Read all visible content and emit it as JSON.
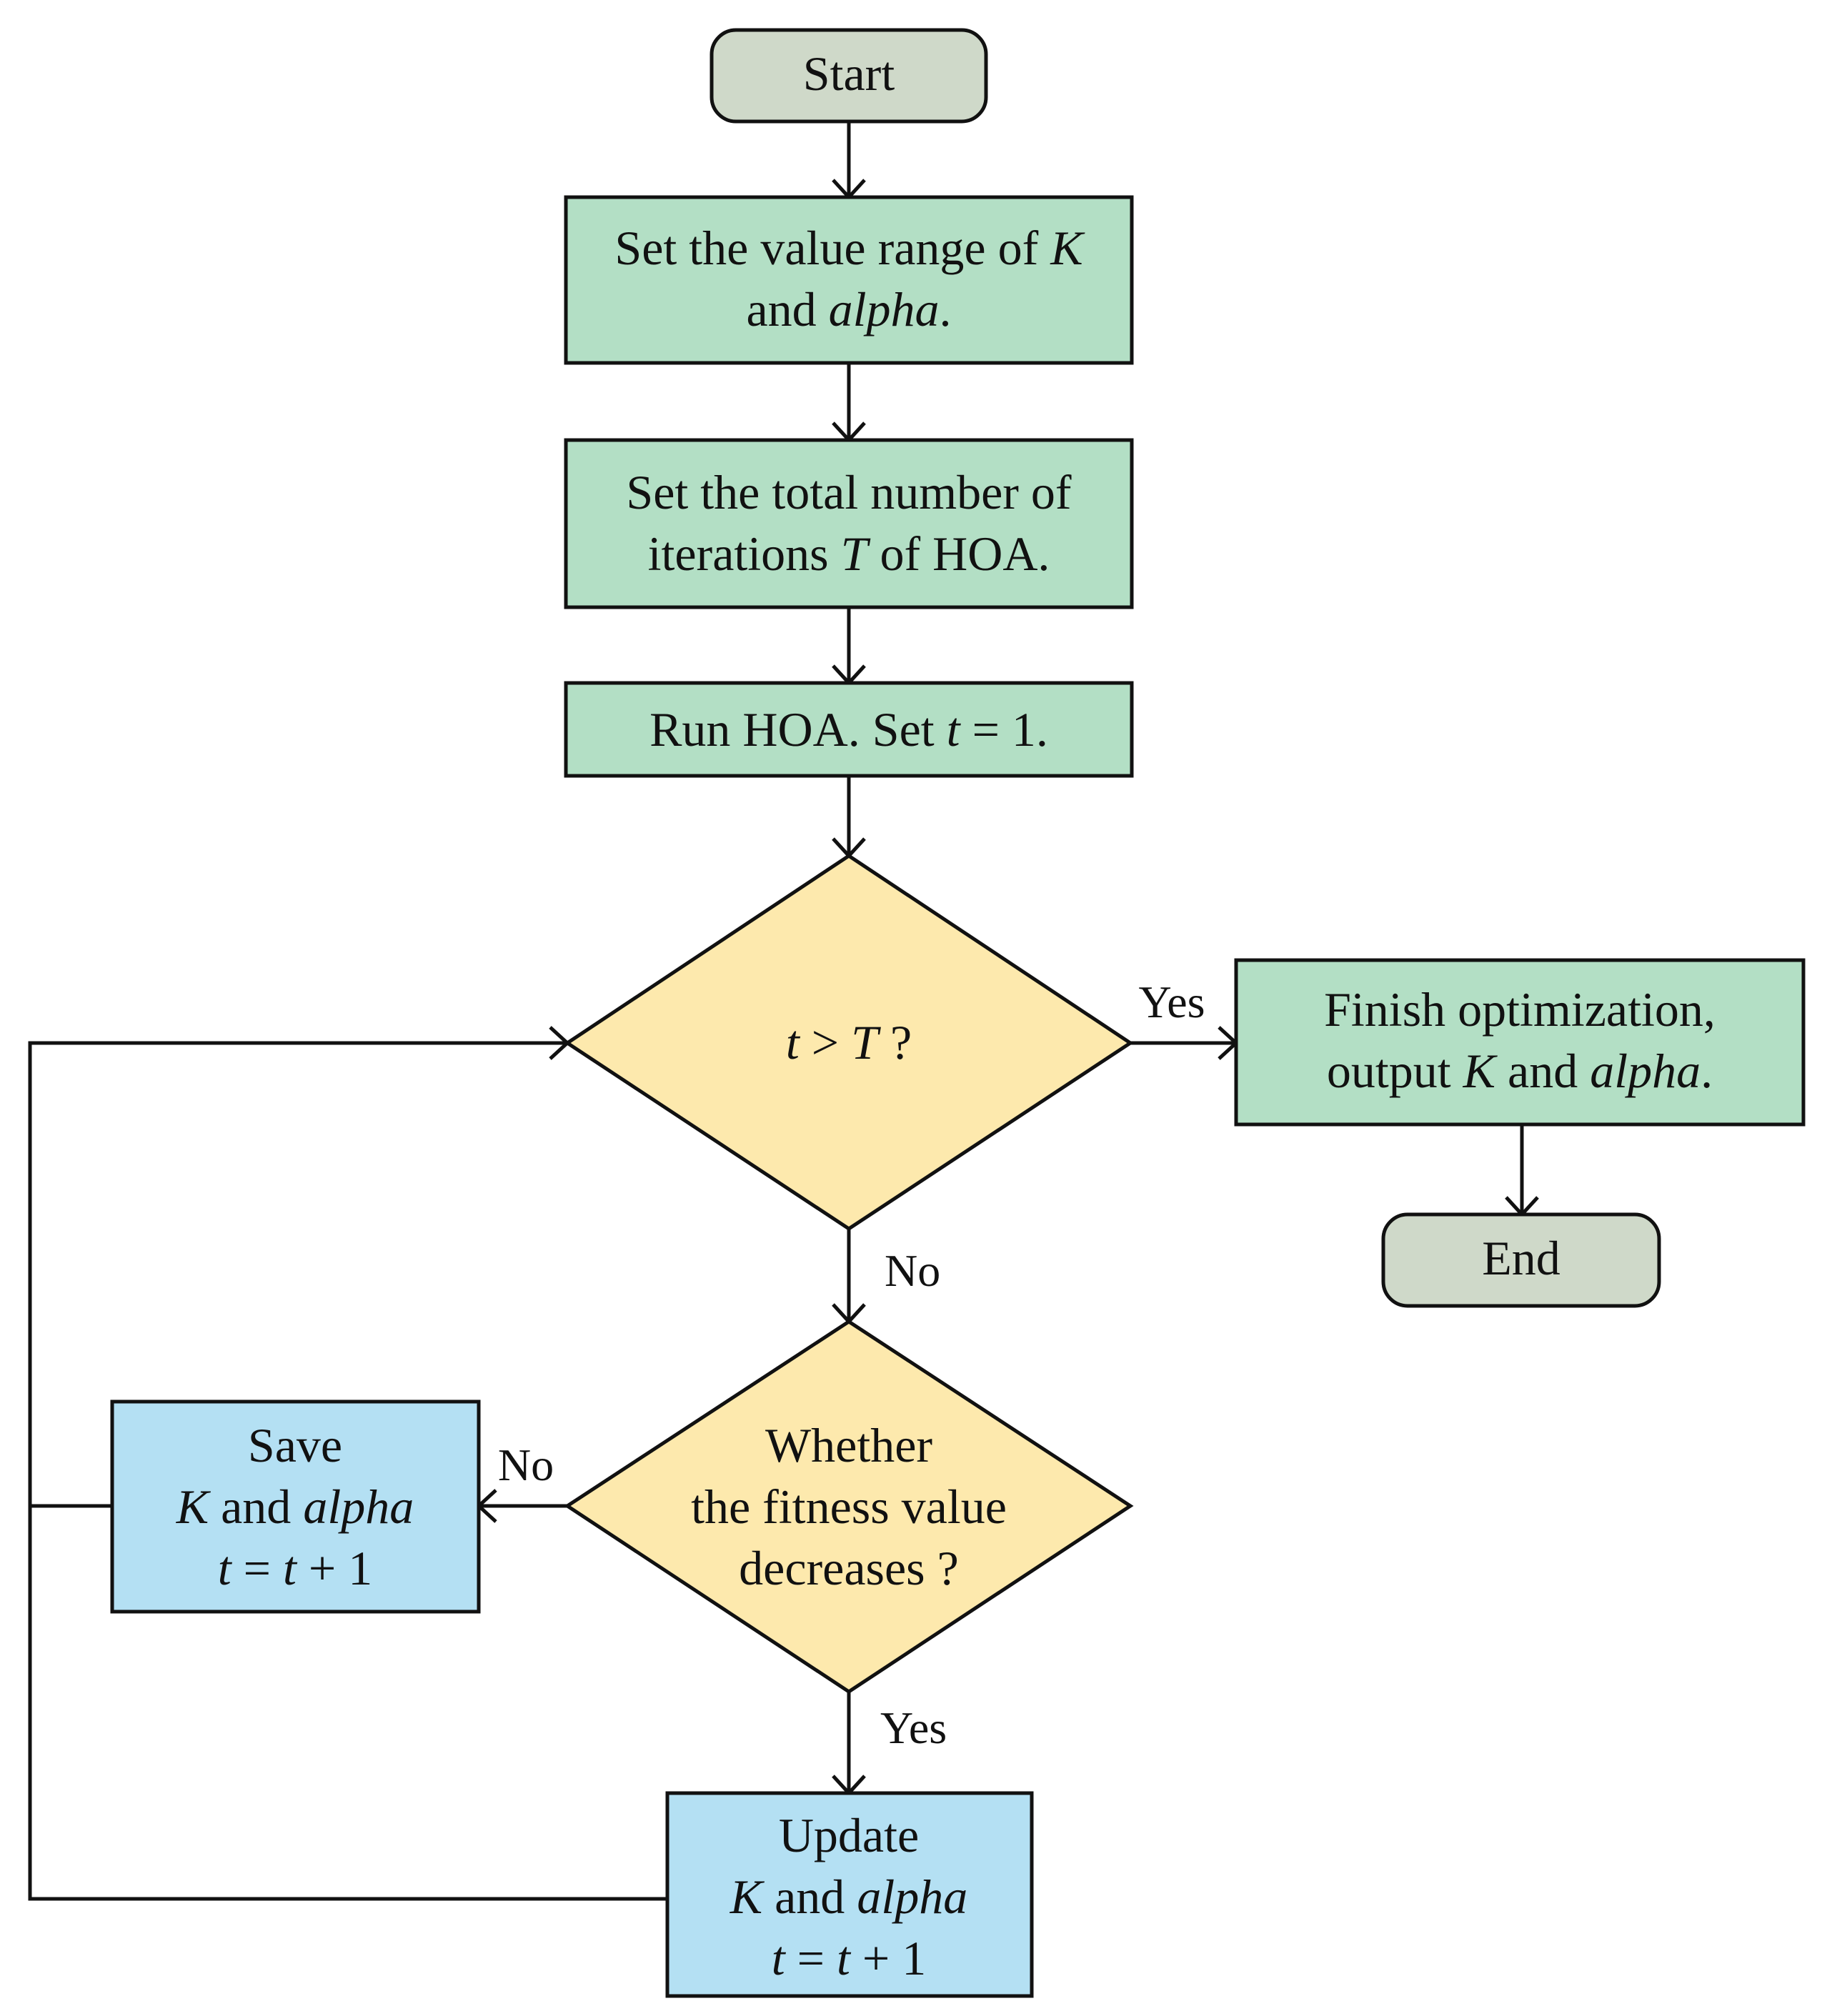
{
  "colors": {
    "terminal": "#cfd9c9",
    "process": "#b3dfc5",
    "decision": "#fde9ad",
    "action": "#b4e0f3",
    "line": "#111111"
  },
  "nodes": {
    "start": {
      "label": "Start"
    },
    "set_range": {
      "line1": "Set the value range of ",
      "line1_var": "K",
      "line2_a": "and ",
      "line2_var": "alpha",
      "line2_b": "."
    },
    "set_iter": {
      "line1": "Set the total number of",
      "line2_a": "iterations ",
      "line2_var": "T",
      "line2_b": " of HOA."
    },
    "run_hoa": {
      "text_a": "Run HOA. Set ",
      "var": "t",
      "text_b": " = 1."
    },
    "decision_t": {
      "var_a": "t",
      "op": " > ",
      "var_b": "T",
      "tail": " ?"
    },
    "finish": {
      "line1": "Finish optimization,",
      "line2_a": "output ",
      "line2_var1": "K",
      "line2_mid": " and ",
      "line2_var2": "alpha",
      "line2_b": "."
    },
    "end": {
      "label": "End"
    },
    "decision_fit": {
      "line1": "Whether",
      "line2": "the fitness value",
      "line3": "decreases ?"
    },
    "save": {
      "line1": "Save",
      "line2_var1": "K",
      "line2_mid": " and ",
      "line2_var2": "alpha",
      "line3_var": "t",
      "line3_mid": " = ",
      "line3_var2": "t",
      "line3_tail": " + 1"
    },
    "update": {
      "line1": "Update",
      "line2_var1": "K",
      "line2_mid": " and ",
      "line2_var2": "alpha",
      "line3_var": "t",
      "line3_mid": " = ",
      "line3_var2": "t",
      "line3_tail": " + 1"
    }
  },
  "edges": {
    "yes_finish": "Yes",
    "no_down": "No",
    "no_save": "No",
    "yes_update": "Yes"
  }
}
